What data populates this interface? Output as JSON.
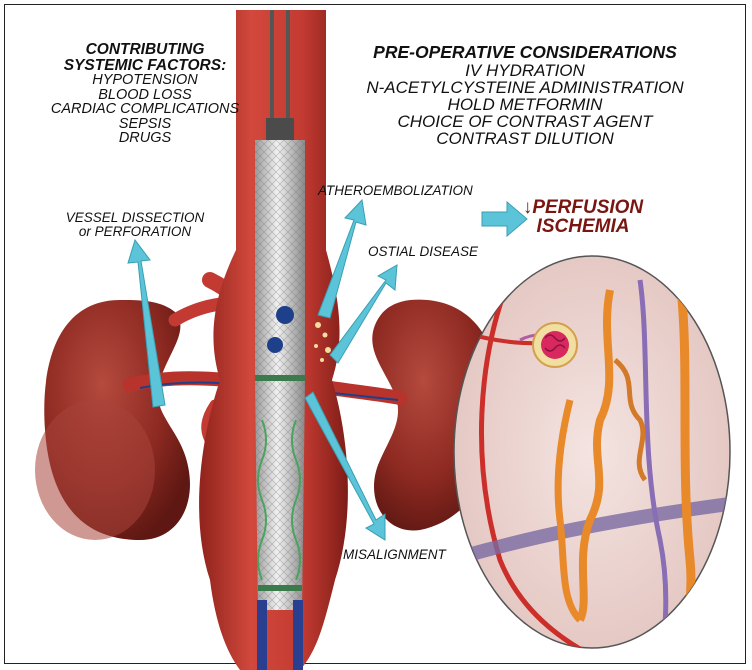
{
  "systemic_factors": {
    "title_line1": "CONTRIBUTING",
    "title_line2": "SYSTEMIC FACTORS:",
    "items": [
      "HYPOTENSION",
      "BLOOD LOSS",
      "CARDIAC COMPLICATIONS",
      "SEPSIS",
      "DRUGS"
    ]
  },
  "preoperative": {
    "title": "PRE-OPERATIVE CONSIDERATIONS",
    "items": [
      "IV HYDRATION",
      "N-ACETYLCYSTEINE ADMINISTRATION",
      "HOLD METFORMIN",
      "CHOICE OF CONTRAST AGENT",
      "CONTRAST DILUTION"
    ]
  },
  "risks": {
    "dissection_line1": "VESSEL DISSECTION",
    "dissection_line2": "or PERFORATION",
    "atheroembolization": "ATHEROEMBOLIZATION",
    "ostial_disease": "OSTIAL DISEASE",
    "misalignment": "MISALIGNMENT"
  },
  "outcome": {
    "line1": "↓PERFUSION",
    "line2": "ISCHEMIA"
  },
  "colors": {
    "arrow": "#5cc4d8",
    "outcome_text": "#7a1612",
    "aorta": "#c23a31",
    "kidney": "#8e2a22",
    "nephron": "#e8892a",
    "inset_bg": "#efd9d6"
  }
}
